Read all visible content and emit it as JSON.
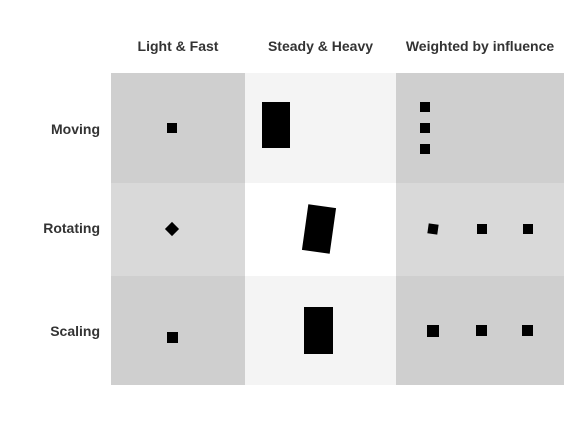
{
  "columns": [
    "Light & Fast",
    "Steady & Heavy",
    "Weighted by influence"
  ],
  "rows": [
    "Moving",
    "Rotating",
    "Scaling"
  ],
  "colors": {
    "cell_dark": "#cfcfcf",
    "cell_mid": "#d9d9d9",
    "cell_light": "#f4f4f4",
    "cell_white": "#ffffff",
    "shape": "#000000",
    "label": "#333333"
  }
}
